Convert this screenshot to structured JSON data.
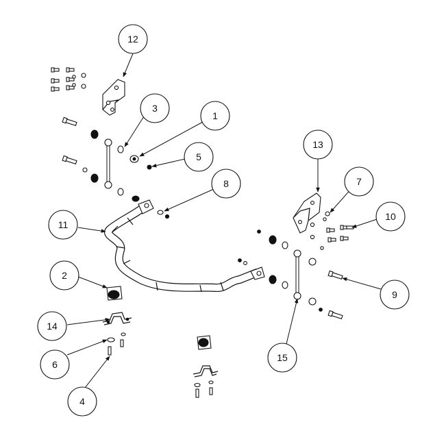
{
  "callouts": [
    {
      "id": "c12",
      "label": "12"
    },
    {
      "id": "c3",
      "label": "3"
    },
    {
      "id": "c1",
      "label": "1"
    },
    {
      "id": "c5",
      "label": "5"
    },
    {
      "id": "c8",
      "label": "8"
    },
    {
      "id": "c11",
      "label": "11"
    },
    {
      "id": "c2",
      "label": "2"
    },
    {
      "id": "c14",
      "label": "14"
    },
    {
      "id": "c6",
      "label": "6"
    },
    {
      "id": "c4",
      "label": "4"
    },
    {
      "id": "c13",
      "label": "13"
    },
    {
      "id": "c7",
      "label": "7"
    },
    {
      "id": "c10",
      "label": "10"
    },
    {
      "id": "c9",
      "label": "9"
    },
    {
      "id": "c15",
      "label": "15"
    }
  ]
}
